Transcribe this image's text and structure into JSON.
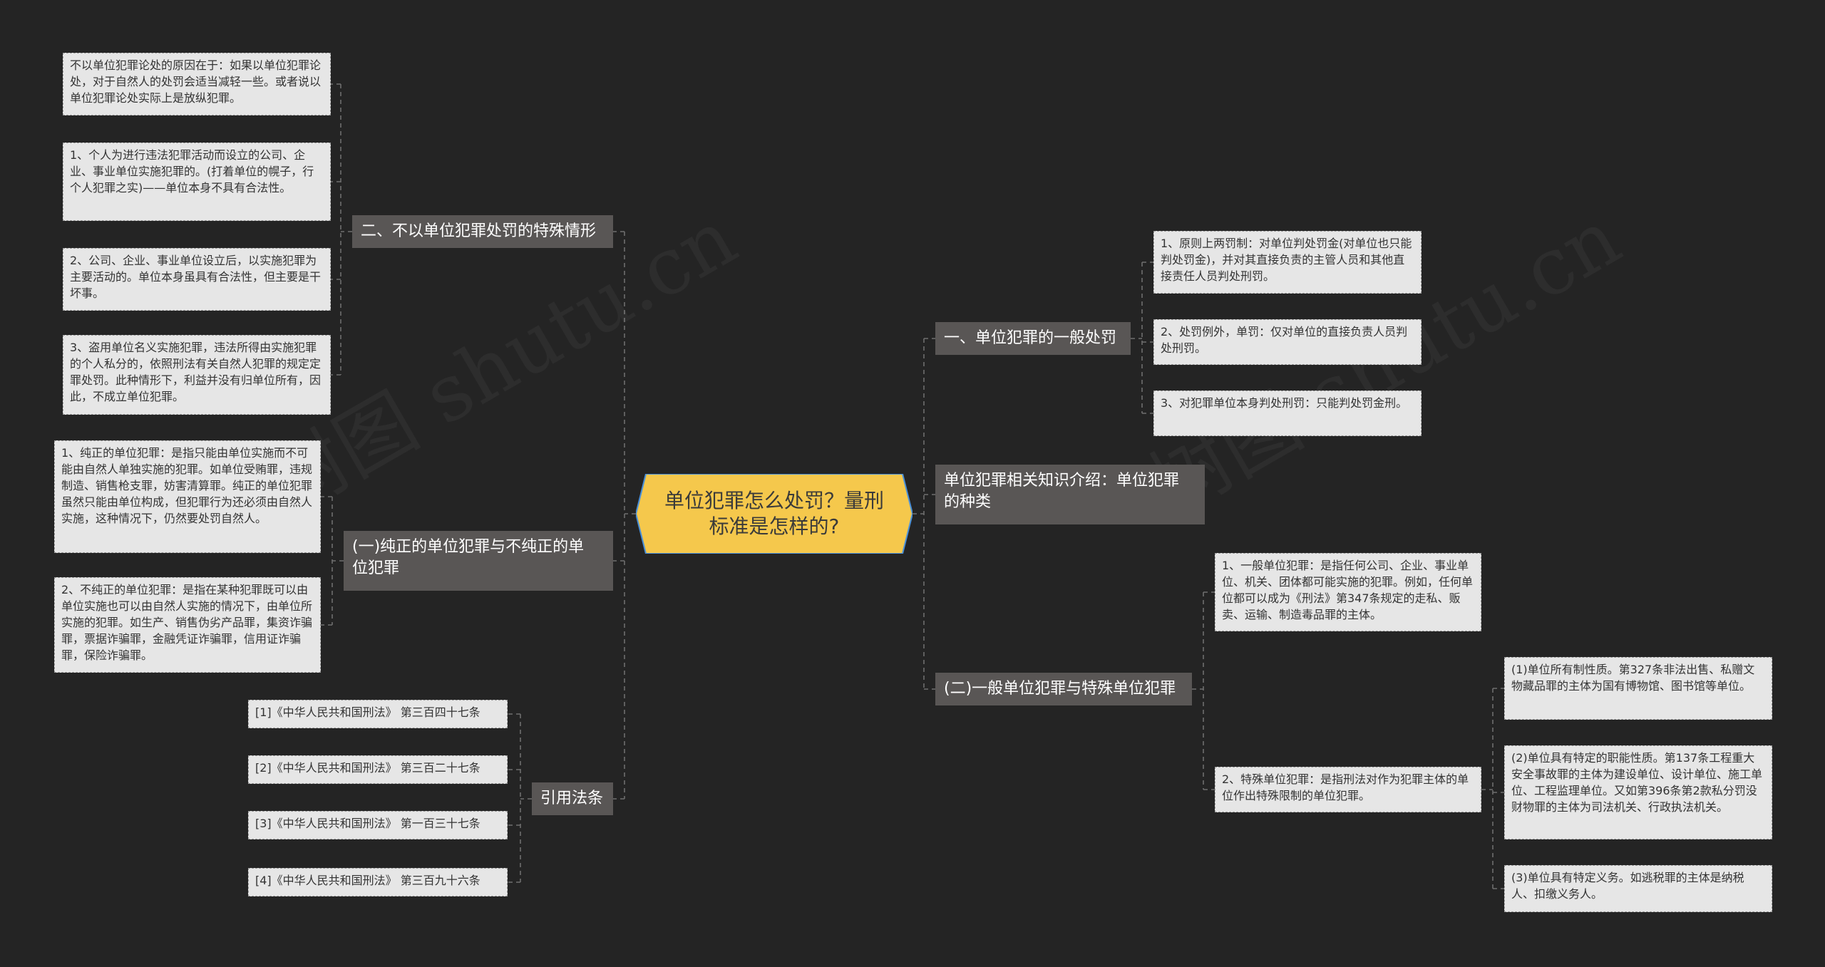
{
  "root": {
    "label": "单位犯罪怎么处罚？量刑\n标准是怎样的?"
  },
  "watermark": "树图 shutu.cn",
  "colors": {
    "background": "#242424",
    "root": "#f5c84c",
    "branch": "#595655",
    "leaf": "#e6e6e6",
    "connector": "#6e6e6e"
  },
  "left": {
    "special": {
      "label": "二、不以单位犯罪处罚的特殊情形",
      "items": [
        "不以单位犯罪论处的原因在于：如果以单位犯罪论处，对于自然人的处罚会适当减轻一些。或者说以单位犯罪论处实际上是放纵犯罪。",
        "1、个人为进行违法犯罪活动而设立的公司、企业、事业单位实施犯罪的。(打着单位的幌子，行个人犯罪之实)——单位本身不具有合法性。",
        "2、公司、企业、事业单位设立后，以实施犯罪为主要活动的。单位本身虽具有合法性，但主要是干坏事。",
        "3、盗用单位名义实施犯罪，违法所得由实施犯罪的个人私分的，依照刑法有关自然人犯罪的规定定罪处罚。此种情形下，利益并没有归单位所有，因此，不成立单位犯罪。"
      ]
    },
    "pure": {
      "label": "(一)纯正的单位犯罪与不纯正的单\n位犯罪",
      "items": [
        "1、纯正的单位犯罪：是指只能由单位实施而不可能由自然人单独实施的犯罪。如单位受贿罪，违规制造、销售枪支罪，妨害清算罪。纯正的单位犯罪虽然只能由单位构成，但犯罪行为还必须由自然人实施，这种情况下，仍然要处罚自然人。",
        "2、不纯正的单位犯罪：是指在某种犯罪既可以由单位实施也可以由自然人实施的情况下，由单位所实施的犯罪。如生产、销售伪劣产品罪，集资诈骗罪，票据诈骗罪，金融凭证诈骗罪，信用证诈骗罪，保险诈骗罪。"
      ]
    },
    "refs": {
      "label": "引用法条",
      "items": [
        "[1]《中华人民共和国刑法》 第三百四十七条",
        "[2]《中华人民共和国刑法》 第三百二十七条",
        "[3]《中华人民共和国刑法》 第一百三十七条",
        "[4]《中华人民共和国刑法》 第三百九十六条"
      ]
    }
  },
  "right": {
    "general": {
      "label": "一、单位犯罪的一般处罚",
      "items": [
        "1、原则上两罚制：对单位判处罚金(对单位也只能判处罚金)，并对其直接负责的主管人员和其他直接责任人员判处刑罚。",
        "2、处罚例外，单罚：仅对单位的直接负责人员判处刑罚。",
        "3、对犯罪单位本身判处刑罚：只能判处罚金刑。"
      ]
    },
    "intro": {
      "label": "单位犯罪相关知识介绍：单位犯罪\n的种类"
    },
    "kinds": {
      "label": "(二)一般单位犯罪与特殊单位犯罪",
      "items": [
        "1、一般单位犯罪：是指任何公司、企业、事业单位、机关、团体都可能实施的犯罪。例如，任何单位都可以成为《刑法》第347条规定的走私、贩卖、运输、制造毒品罪的主体。",
        "2、特殊单位犯罪：是指刑法对作为犯罪主体的单位作出特殊限制的单位犯罪。"
      ],
      "sub_items": [
        "(1)单位所有制性质。第327条非法出售、私赠文物藏品罪的主体为国有博物馆、图书馆等单位。",
        "(2)单位具有特定的职能性质。第137条工程重大安全事故罪的主体为建设单位、设计单位、施工单位、工程监理单位。又如第396条第2款私分罚没财物罪的主体为司法机关、行政执法机关。",
        "(3)单位具有特定义务。如逃税罪的主体是纳税人、扣缴义务人。"
      ]
    }
  }
}
